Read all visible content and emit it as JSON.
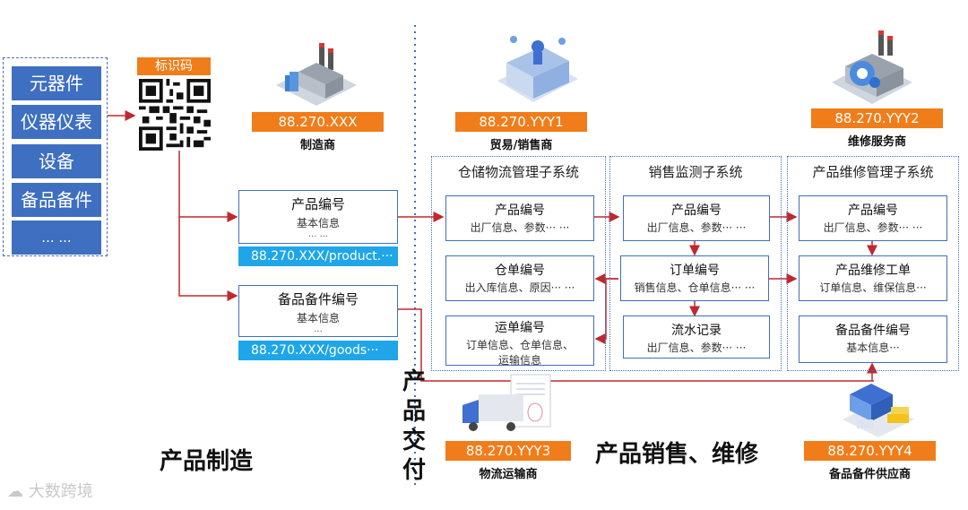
{
  "categories": [
    "元器件",
    "仪器仪表",
    "设备",
    "备品备件",
    "... ..."
  ],
  "qr_label": "标识码",
  "manufacturer": {
    "id": "88.270.XXX",
    "name": "制造商"
  },
  "trader": {
    "id": "88.270.YYY1",
    "name": "贸易/销售商"
  },
  "maintainer": {
    "id": "88.270.YYY2",
    "name": "维修服务商"
  },
  "logistics": {
    "id": "88.270.YYY3",
    "name": "物流运输商"
  },
  "spares_supplier": {
    "id": "88.270.YYY4",
    "name": "备品备件供应商"
  },
  "product_box": {
    "title": "产品编号",
    "line1": "基本信息",
    "line2": "... ..."
  },
  "product_tag": "88.270.XXX/product.···",
  "spare_box": {
    "title": "备品备件编号",
    "line1": "基本信息",
    "line2": "..."
  },
  "spare_tag": "88.270.XXX/goods···",
  "warehouse": {
    "title": "仓储物流管理子系统",
    "product": {
      "title": "产品编号",
      "desc": "出厂信息、参数··· ···"
    },
    "receipt": {
      "title": "仓单编号",
      "desc": "出入库信息、原因··· ···"
    },
    "waybill": {
      "title": "运单编号",
      "desc": "订单信息、仓单信息、",
      "desc2": "运输信息"
    }
  },
  "sales": {
    "title": "销售监测子系统",
    "product": {
      "title": "产品编号",
      "desc": "出厂信息、参数··· ···"
    },
    "order": {
      "title": "订单编号",
      "desc": "销售信息、仓单信息··· ···"
    },
    "flow": {
      "title": "流水记录",
      "desc": "出厂信息、参数··· ···"
    }
  },
  "repair": {
    "title": "产品维修管理子系统",
    "product": {
      "title": "产品编号",
      "desc": "出厂信息、参数··· ···"
    },
    "ticket": {
      "title": "产品维修工单",
      "desc": "订单信息、维保信息···"
    },
    "spare": {
      "title": "备品备件编号",
      "desc": "基本信息···"
    }
  },
  "stage_manufacture": "产品制造",
  "stage_delivery": [
    "产",
    "品",
    "交",
    "付"
  ],
  "stage_sales": "产品销售、维修",
  "watermark": "大数跨境",
  "colors": {
    "accent_blue": "#3e6fc0",
    "orange": "#f07d1a",
    "cyan": "#1ea6e8",
    "arrow_red": "#c0282d"
  }
}
